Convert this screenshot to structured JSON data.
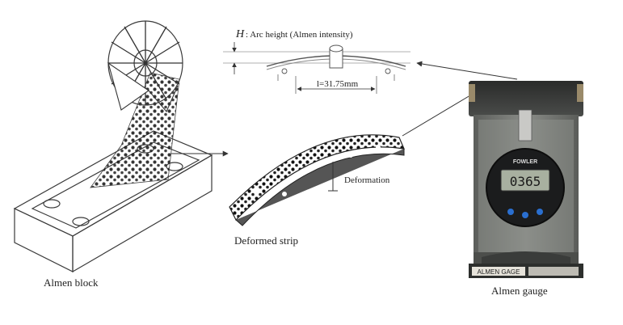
{
  "labels": {
    "arc_symbol": "H",
    "arc_text": ": Arc height (Almen intensity)",
    "length": "l=31.75mm",
    "deformation": "Deformation",
    "deformed_strip": "Deformed strip",
    "almen_block": "Almen block",
    "almen_gauge": "Almen gauge",
    "gauge_reading": "0365",
    "gauge_brand": "FOWLER",
    "gauge_plate": "ALMEN GAGE"
  }
}
